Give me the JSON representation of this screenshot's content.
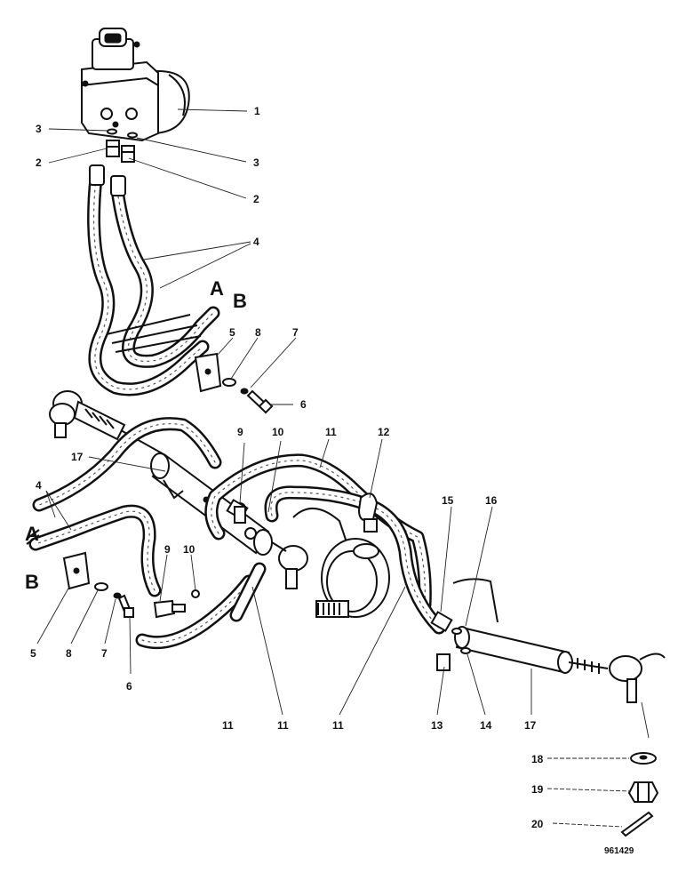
{
  "diagram": {
    "drawing_number": "961429",
    "section_labels": {
      "a_top": "A",
      "b_top": "B",
      "a_left": "A",
      "b_left": "B"
    },
    "callouts": {
      "c1": "1",
      "c3a": "3",
      "c3b": "3",
      "c2a": "2",
      "c2b": "2",
      "c4a": "4",
      "c5a": "5",
      "c8a": "8",
      "c7a": "7",
      "c6a": "6",
      "c9a": "9",
      "c10a": "10",
      "c11a": "11",
      "c12": "12",
      "c17a": "17",
      "c15": "15",
      "c16": "16",
      "c4b": "4",
      "c9b": "9",
      "c10b": "10",
      "c5b": "5",
      "c8b": "8",
      "c7b": "7",
      "c6b": "6",
      "c11b": "11",
      "c11c": "11",
      "c11d": "11",
      "c13": "13",
      "c14": "14",
      "c17b": "17",
      "c18": "18",
      "c19": "19",
      "c20": "20"
    }
  }
}
